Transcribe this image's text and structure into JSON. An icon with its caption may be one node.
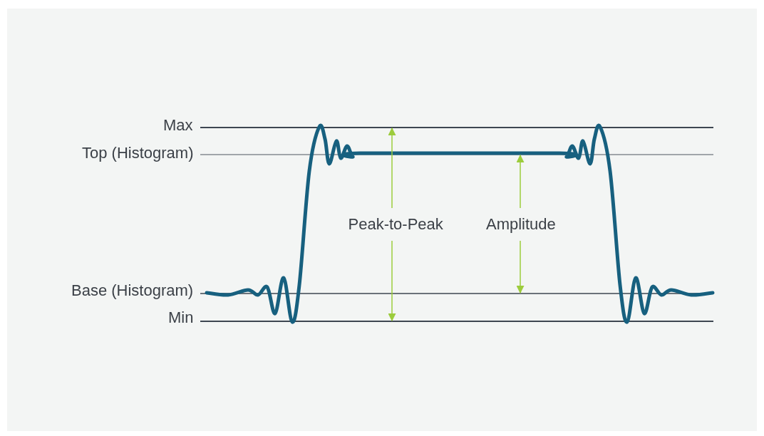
{
  "diagram": {
    "labels": [
      "Max",
      "Top (Histogram)",
      "Base (Histogram)",
      "Min",
      "Peak-to-Peak",
      "Amplitude"
    ]
  }
}
